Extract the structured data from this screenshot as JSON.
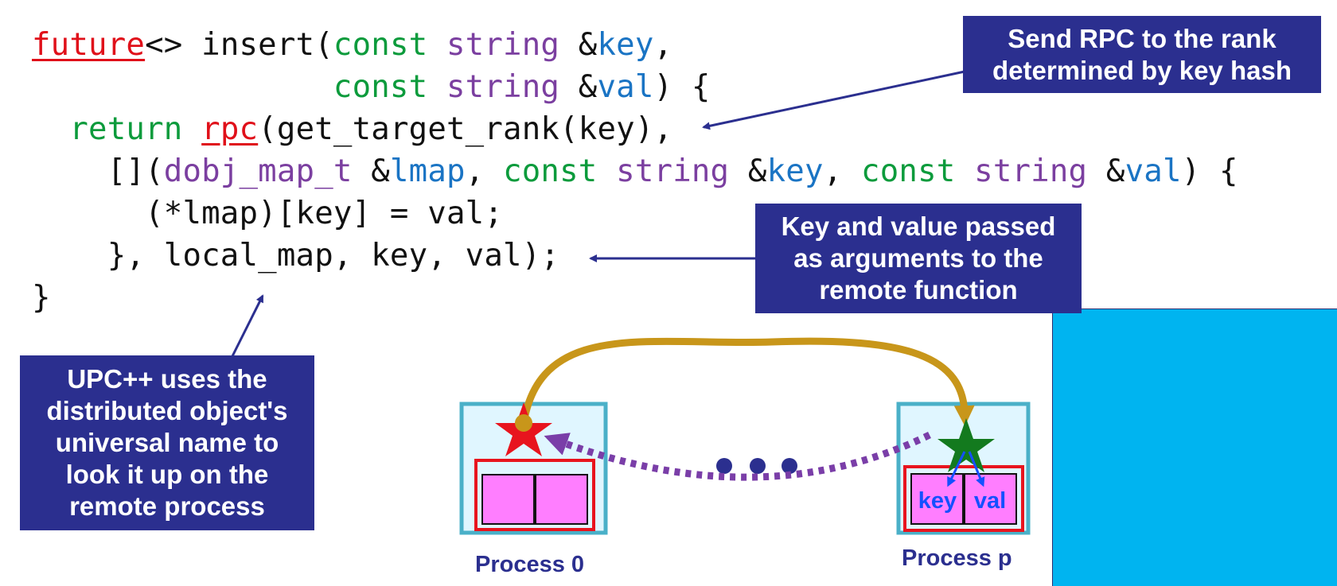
{
  "code": {
    "lines": [
      {
        "segments": [
          {
            "t": "future",
            "c": "future"
          },
          {
            "t": "<> insert(",
            "c": ""
          },
          {
            "t": "const",
            "c": "green"
          },
          {
            "t": " ",
            "c": ""
          },
          {
            "t": "string",
            "c": "purple"
          },
          {
            "t": " &",
            "c": ""
          },
          {
            "t": "key",
            "c": "blue"
          },
          {
            "t": ",",
            "c": ""
          }
        ]
      },
      {
        "segments": [
          {
            "t": "                ",
            "c": ""
          },
          {
            "t": "const",
            "c": "green"
          },
          {
            "t": " ",
            "c": ""
          },
          {
            "t": "string",
            "c": "purple"
          },
          {
            "t": " &",
            "c": ""
          },
          {
            "t": "val",
            "c": "blue"
          },
          {
            "t": ") {",
            "c": ""
          }
        ]
      },
      {
        "segments": [
          {
            "t": "  ",
            "c": ""
          },
          {
            "t": "return",
            "c": "green"
          },
          {
            "t": " ",
            "c": ""
          },
          {
            "t": "rpc",
            "c": "rpc"
          },
          {
            "t": "(get_target_rank(key),",
            "c": ""
          }
        ]
      },
      {
        "segments": [
          {
            "t": "    [](",
            "c": ""
          },
          {
            "t": "dobj_map_t",
            "c": "purple"
          },
          {
            "t": " &",
            "c": ""
          },
          {
            "t": "lmap",
            "c": "blue"
          },
          {
            "t": ", ",
            "c": ""
          },
          {
            "t": "const",
            "c": "green"
          },
          {
            "t": " ",
            "c": ""
          },
          {
            "t": "string",
            "c": "purple"
          },
          {
            "t": " &",
            "c": ""
          },
          {
            "t": "key",
            "c": "blue"
          },
          {
            "t": ", ",
            "c": ""
          },
          {
            "t": "const",
            "c": "green"
          },
          {
            "t": " ",
            "c": ""
          },
          {
            "t": "string",
            "c": "purple"
          },
          {
            "t": " &",
            "c": ""
          },
          {
            "t": "val",
            "c": "blue"
          },
          {
            "t": ") {",
            "c": ""
          }
        ]
      },
      {
        "segments": [
          {
            "t": "      (*lmap)[key] = val;",
            "c": ""
          }
        ]
      },
      {
        "segments": [
          {
            "t": "    }, local_map, key, val);",
            "c": ""
          }
        ]
      },
      {
        "segments": [
          {
            "t": "}",
            "c": ""
          }
        ]
      }
    ]
  },
  "callouts": {
    "rpc": [
      "Send RPC to the rank",
      "determined by key hash"
    ],
    "args": [
      "Key and value passed",
      "as arguments to the",
      "remote function"
    ],
    "upc": [
      "UPC++ uses the",
      "distributed object's",
      "universal name to",
      "look it up on the",
      "remote process"
    ]
  },
  "diagram": {
    "process0_label": "Process 0",
    "processp_label": "Process p",
    "key_label": "key",
    "val_label": "val",
    "ellipsis": "• • •"
  },
  "colors": {
    "callout_bg": "#2b2f8f",
    "panel": "#00b4f0",
    "code_red": "#e0101a",
    "code_green": "#0c9b3c",
    "code_purple": "#7b3fa0",
    "code_blue": "#1a74c4",
    "arrow_gold": "#c8961a",
    "arrow_dotted": "#7a3ea8",
    "cell_magenta": "#ff7eff",
    "box_red": "#e8141e",
    "box_teal": "#4ab0c8",
    "star_red": "#e8141e",
    "star_green": "#137a1e"
  }
}
